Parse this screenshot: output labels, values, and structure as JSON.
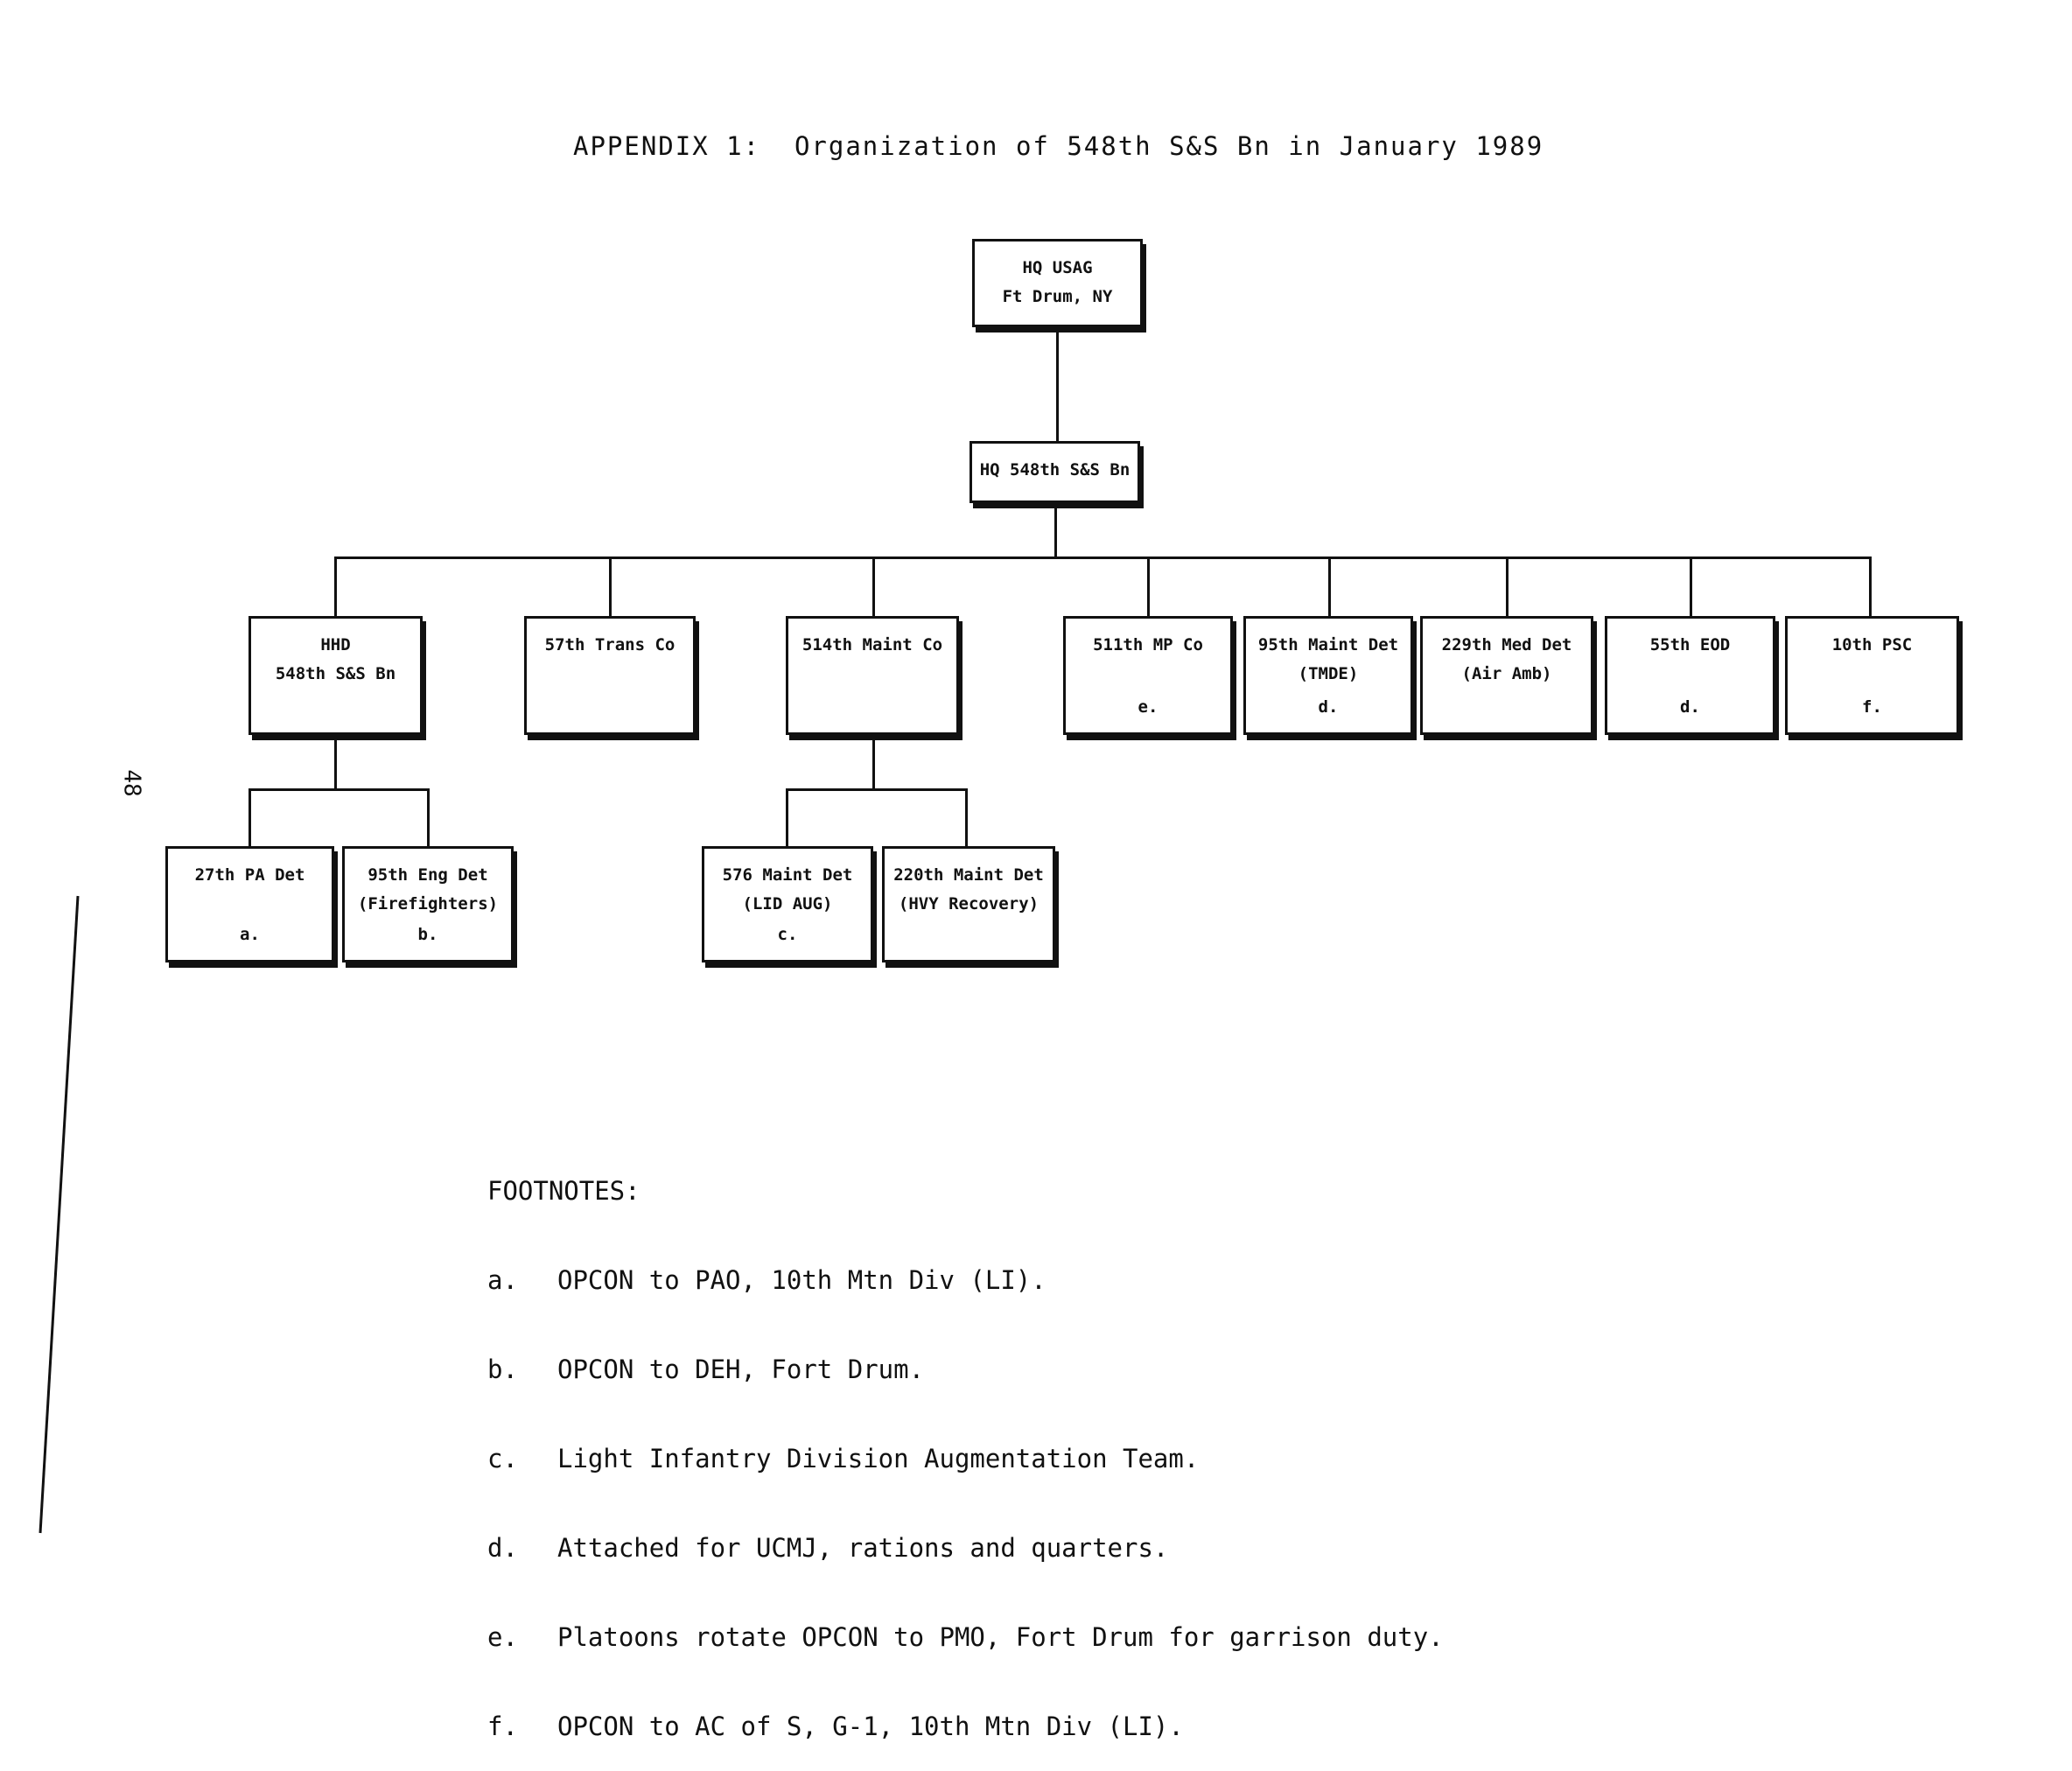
{
  "title": "APPENDIX 1:  Organization of 548th S&S Bn in January 1989",
  "page_number": "48",
  "chart": {
    "root": {
      "line1": "HQ USAG",
      "line2": "Ft Drum, NY"
    },
    "battalion": {
      "line1": "HQ 548th S&S Bn"
    },
    "units": [
      {
        "line1": "HHD",
        "line2": "548th S&S Bn",
        "note": ""
      },
      {
        "line1": "57th Trans Co",
        "line2": "",
        "note": ""
      },
      {
        "line1": "514th Maint Co",
        "line2": "",
        "note": ""
      },
      {
        "line1": "511th MP Co",
        "line2": "",
        "note": "e."
      },
      {
        "line1": "95th Maint Det",
        "line2": "(TMDE)",
        "note": "d."
      },
      {
        "line1": "229th Med Det",
        "line2": "(Air Amb)",
        "note": ""
      },
      {
        "line1": "55th EOD",
        "line2": "",
        "note": "d."
      },
      {
        "line1": "10th PSC",
        "line2": "",
        "note": "f."
      }
    ],
    "hhd_subunits": [
      {
        "line1": "27th PA Det",
        "line2": "",
        "note": "a."
      },
      {
        "line1": "95th Eng Det",
        "line2": "(Firefighters)",
        "note": "b."
      }
    ],
    "maint_subunits": [
      {
        "line1": "576 Maint Det",
        "line2": "(LID AUG)",
        "note": "c."
      },
      {
        "line1": "220th Maint Det",
        "line2": "(HVY Recovery)",
        "note": ""
      }
    ]
  },
  "footnotes": {
    "heading": "FOOTNOTES:",
    "items": [
      {
        "key": "a.",
        "text": "OPCON to PAO, 10th Mtn Div (LI)."
      },
      {
        "key": "b.",
        "text": "OPCON to DEH, Fort Drum."
      },
      {
        "key": "c.",
        "text": "Light Infantry Division Augmentation Team."
      },
      {
        "key": "d.",
        "text": "Attached for UCMJ, rations and quarters."
      },
      {
        "key": "e.",
        "text": "Platoons rotate OPCON to PMO, Fort Drum for garrison duty."
      },
      {
        "key": "f.",
        "text": "OPCON to AC of S, G-1, 10th Mtn Div (LI)."
      }
    ]
  }
}
